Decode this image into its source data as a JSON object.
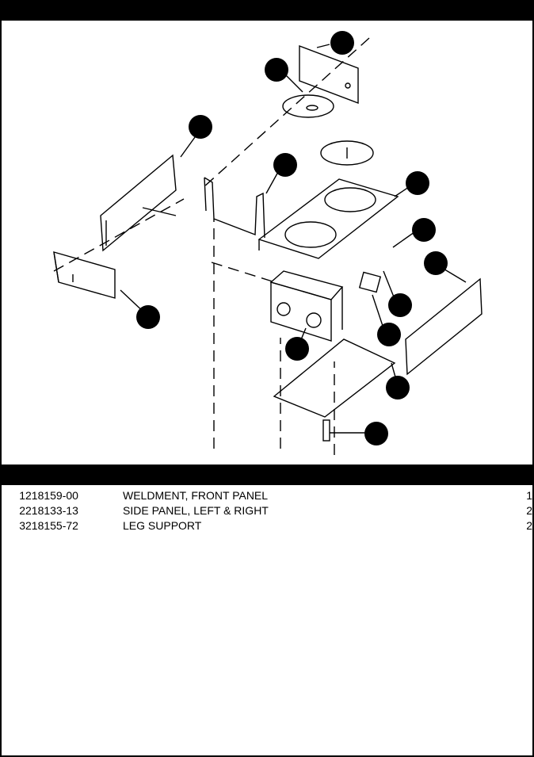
{
  "parts": [
    {
      "item": "1",
      "part_no": "218159-00",
      "description": "WELDMENT, FRONT PANEL",
      "qty": "1"
    },
    {
      "item": "2",
      "part_no": "218133-13",
      "description": "SIDE PANEL, LEFT & RIGHT",
      "qty": "2"
    },
    {
      "item": "3",
      "part_no": "218155-72",
      "description": "LEG SUPPORT",
      "qty": "2"
    }
  ]
}
